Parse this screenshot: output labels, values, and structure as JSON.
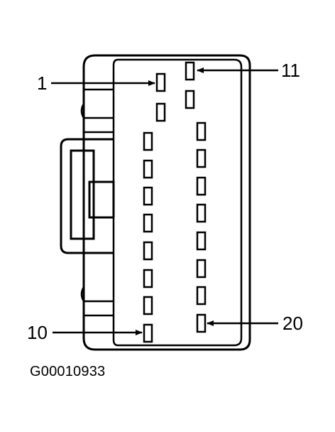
{
  "figure": {
    "caption": "G00010933",
    "callouts": {
      "pin_1": "1",
      "pin_11": "11",
      "pin_10": "10",
      "pin_20": "20"
    },
    "pins": {
      "left_column_count": 10,
      "right_column_count": 10
    },
    "line_color": "#000000",
    "background": "#ffffff"
  }
}
